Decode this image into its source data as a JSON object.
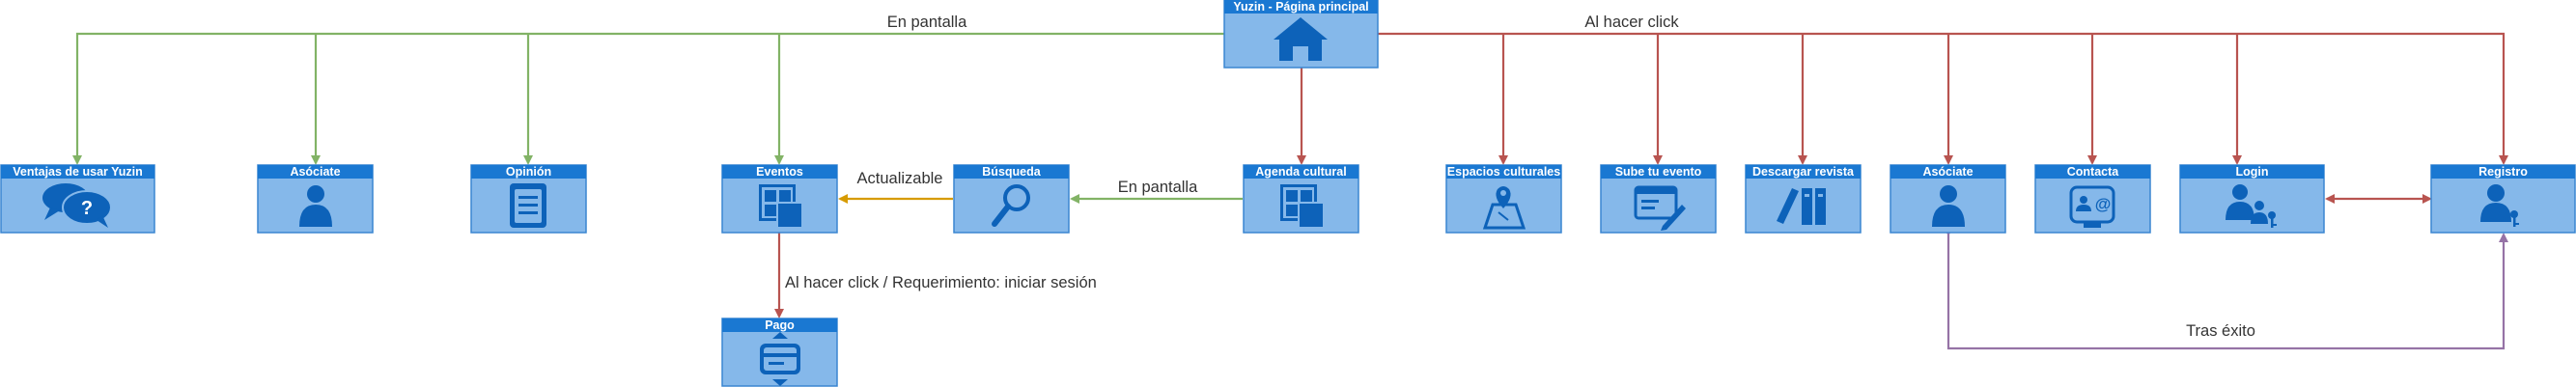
{
  "colors": {
    "box_fill": "#85b8ea",
    "box_header": "#1a78d2",
    "box_border": "#3a86d1",
    "icon": "#0d62b9",
    "edge_green": "#82b366",
    "edge_red": "#b85450",
    "edge_orange": "#d79b00",
    "edge_purple": "#9673a6"
  },
  "nodes": [
    {
      "id": "home",
      "title": "Yuzin - Página principal",
      "icon": "home-icon"
    },
    {
      "id": "ventajas",
      "title": "Ventajas de usar Yuzin",
      "icon": "help-chat-icon"
    },
    {
      "id": "asociate1",
      "title": "Asóciate",
      "icon": "user-icon"
    },
    {
      "id": "opinion",
      "title": "Opinión",
      "icon": "document-icon"
    },
    {
      "id": "eventos",
      "title": "Eventos",
      "icon": "grid-icon"
    },
    {
      "id": "busqueda",
      "title": "Búsqueda",
      "icon": "magnifier-icon"
    },
    {
      "id": "agenda",
      "title": "Agenda cultural",
      "icon": "grid-icon"
    },
    {
      "id": "espacios",
      "title": "Espacios culturales",
      "icon": "map-pin-icon"
    },
    {
      "id": "sube",
      "title": "Sube tu evento",
      "icon": "browser-edit-icon"
    },
    {
      "id": "descargar",
      "title": "Descargar revista",
      "icon": "library-icon"
    },
    {
      "id": "asociate2",
      "title": "Asóciate",
      "icon": "user-icon"
    },
    {
      "id": "contacta",
      "title": "Contacta",
      "icon": "contact-card-icon"
    },
    {
      "id": "login",
      "title": "Login",
      "icon": "users-key-icon"
    },
    {
      "id": "registro",
      "title": "Registro",
      "icon": "user-key-icon"
    },
    {
      "id": "pago",
      "title": "Pago",
      "icon": "payment-icon"
    }
  ],
  "edge_labels": {
    "en_pantalla_top": "En pantalla",
    "al_hacer_click": "Al hacer click",
    "actualizable": "Actualizable",
    "en_pantalla_mid": "En pantalla",
    "pago_requirement": "Al hacer click / Requerimiento: iniciar sesión",
    "tras_exito": "Tras éxito"
  }
}
